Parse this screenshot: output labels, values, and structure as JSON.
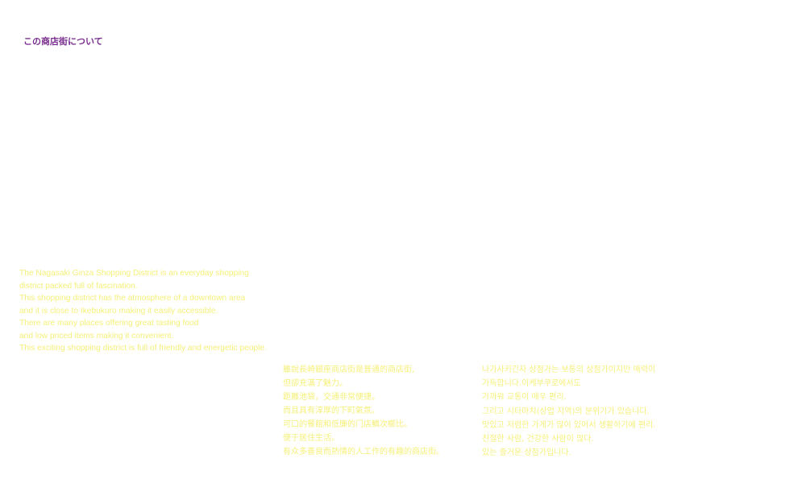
{
  "header": {
    "title": "この商店街について"
  },
  "colors": {
    "heading": "#7a2f8f",
    "body_text": "#f5f07a"
  },
  "english": {
    "lines": [
      "The Nagasaki Ginza Shopping District is an everyday shopping",
      "district packed full of fascination.",
      "This shopping district has the atmosphere of a downtown area",
      "and it is close to Ikebukuro making it easily accessible.",
      "There are many places offering great tasting food",
      "and low priced items making it convenient.",
      "This exciting shopping district is full of friendly and energetic people."
    ]
  },
  "chinese": {
    "lines": [
      "雖說長崎銀座商店街是普通的商店街,",
      "但卻充滿了魅力。",
      "距離池袋，交通非常便捷。",
      "而且具有淳厚的下町氣氛。",
      "可口的餐館和低廉的门店鱗次櫛比。",
      "便于居住生活。",
      "有众多善良而熱情的人工作的有趣的商店街。"
    ]
  },
  "korean": {
    "lines": [
      "나가사키긴자 상점가는 보통의 상점가이지만 매력이",
      "가득합니다.이케부쿠로에서도",
      "가까워 교통이 매우 편리.",
      "그리고 시타마치(상업 지역)의 분위기가 있습니다.",
      "맛있고 저렴한 가게가 많이 있어서 생활하기에 편리.",
      "친절한 사람, 건강한 사람이 많다.",
      "있는 즐거운 상점가입니다."
    ]
  }
}
